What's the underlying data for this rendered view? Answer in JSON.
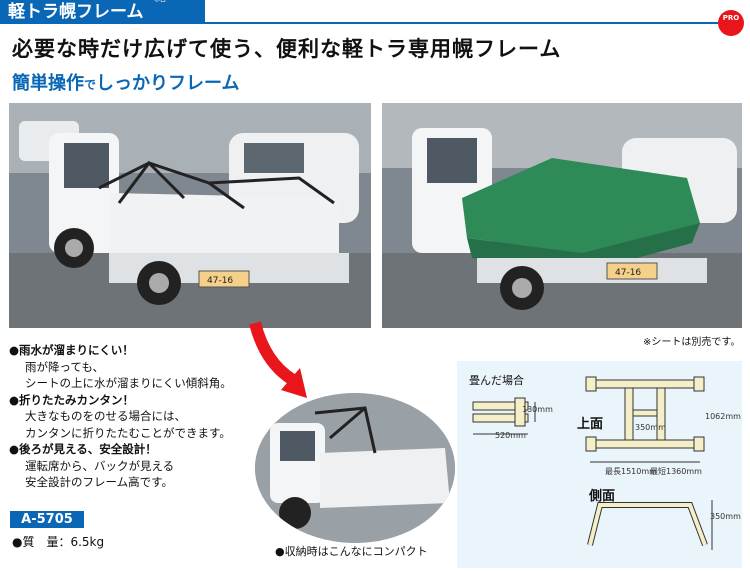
{
  "header": {
    "title": "軽トラ幌フレーム",
    "furigana": "ホロ",
    "badge": "PRO"
  },
  "headline": "必要な時だけ広げて使う、便利な軽トラ専用幌フレーム",
  "subheadline": {
    "part1": "簡単操作",
    "part2": "で",
    "part3": "しっかりフレーム"
  },
  "photos": {
    "plate_top": "47-16",
    "sheet_note": "※シートは別売です。",
    "stored_caption": "●収納時はこんなにコンパクト"
  },
  "features": [
    {
      "heading": "●雨水が溜まりにくい！",
      "lines": [
        "雨が降っても、",
        "シートの上に水が溜まりにくい傾斜角。"
      ]
    },
    {
      "heading": "●折りたたみカンタン！",
      "lines": [
        "大きなものをのせる場合には、",
        "カンタンに折りたたむことができます。"
      ]
    },
    {
      "heading": "●後ろが見える、安全設計！",
      "lines": [
        "運転席から、バックが見える",
        "安全設計のフレーム高です。"
      ]
    }
  ],
  "product": {
    "code": "A-5705",
    "weight_label": "●質　量：6.5kg"
  },
  "diagram": {
    "folded_title": "畳んだ場合",
    "folded_height": "130mm",
    "folded_width": "520mm",
    "top_view_label": "上面",
    "top_inner": "350mm",
    "top_length": "1062mm",
    "top_width_max": "最長1510mm",
    "top_width_min": "最短1360mm",
    "side_view_label": "側面",
    "side_height": "350mm"
  },
  "colors": {
    "accent": "#0a67b6",
    "badge": "#e8151b",
    "arrow": "#e8151b",
    "sheet": "#2e8a57",
    "frame_fill": "#f4efc8"
  }
}
